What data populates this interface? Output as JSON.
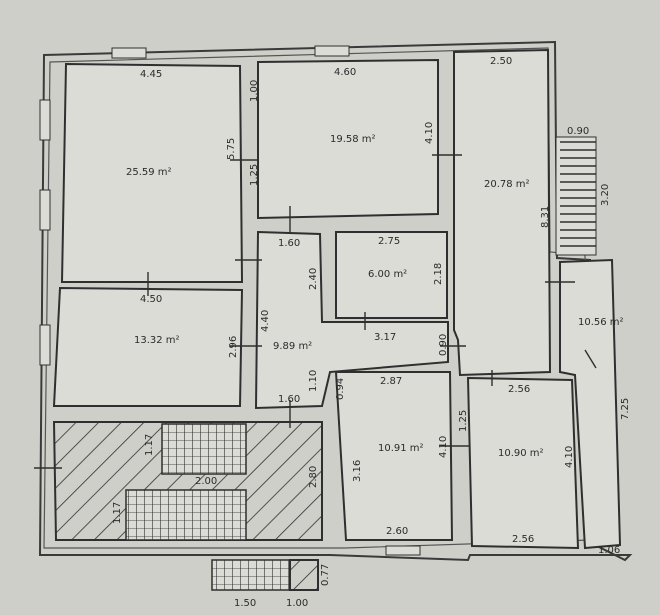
{
  "rooms": [
    {
      "id": "r1",
      "area": "25.59 m²"
    },
    {
      "id": "r2",
      "area": "19.58 m²"
    },
    {
      "id": "r3",
      "area": "20.78 m²"
    },
    {
      "id": "r4",
      "area": "6.00 m²"
    },
    {
      "id": "r5",
      "area": "13.32 m²"
    },
    {
      "id": "r6",
      "area": "9.89 m²"
    },
    {
      "id": "r7",
      "area": "10.91 m²"
    },
    {
      "id": "r8",
      "area": "10.90 m²"
    },
    {
      "id": "r9",
      "area": "10.56 m²"
    }
  ],
  "dimensions": [
    "4.45",
    "5.75",
    "4.60",
    "1.00",
    "1.25",
    "4.10",
    "2.50",
    "8.31",
    "0.90",
    "3.20",
    "1.60",
    "2.40",
    "2.75",
    "2.18",
    "4.50",
    "2.96",
    "4.40",
    "3.17",
    "0.90",
    "1.10",
    "0.94",
    "1.60",
    "2.87",
    "3.16",
    "4.10",
    "2.60",
    "2.56",
    "1.25",
    "4.10",
    "2.56",
    "7.25",
    "1.06",
    "1.17",
    "2.00",
    "2.80",
    "1.17",
    "0.77",
    "1.50",
    "1.00"
  ]
}
